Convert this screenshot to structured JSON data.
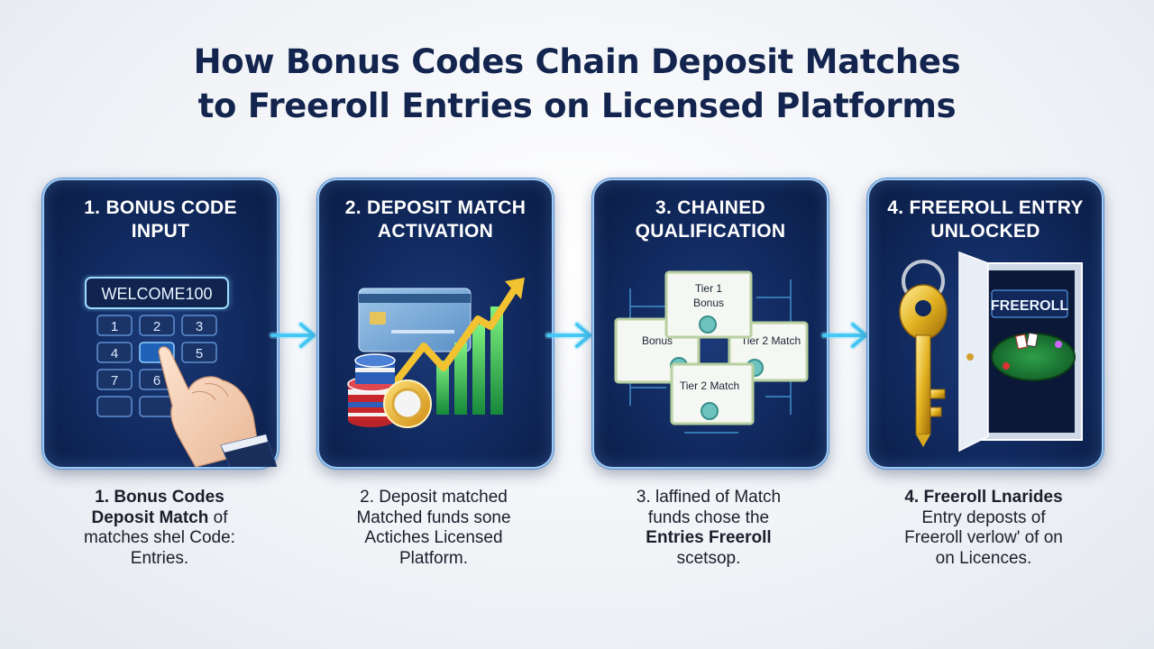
{
  "title": {
    "line1": "How Bonus Codes Chain Deposit Matches",
    "line2": "to Freeroll Entries on Licensed Platforms"
  },
  "steps": [
    {
      "title_line1": "1. BONUS CODE",
      "title_line2": "INPUT",
      "code": "WELCOME100",
      "keys": [
        "1",
        "2",
        "3",
        "4",
        "5",
        "",
        "7",
        "6",
        ""
      ],
      "desc": {
        "line1": "1. Bonus Codes",
        "line2a": "Deposit Match",
        "line2b": " of",
        "line3": "matches shel Code:",
        "line4": "Entries."
      }
    },
    {
      "title_line1": "2. DEPOSIT MATCH",
      "title_line2": "ACTIVATION",
      "desc": {
        "line1": "2. Deposit matched",
        "line2": "Matched funds sone",
        "line3": "Actiches Licensed",
        "line4": "Platform."
      }
    },
    {
      "title_line1": "3. CHAINED",
      "title_line2": "QUALIFICATION",
      "cert_tier1_line1": "Tier 1",
      "cert_tier1_line2": "Bonus",
      "cert_bonus": "Bonus",
      "cert_tier2_right": "Tier 2 Match",
      "cert_tier2_bottom": "Tier 2 Match",
      "desc": {
        "line1": "3. laffined of Match",
        "line2": "funds chose the",
        "line3": "Entries Freeroll",
        "line4": "scetsop."
      }
    },
    {
      "title_line1": "4. FREEROLL ENTRY",
      "title_line2": "UNLOCKED",
      "door_sign": "FREEROLL",
      "desc": {
        "line1": "4. Freeroll Lnarides",
        "line2": "Entry deposts of",
        "line3": "Freeroll verlow' of on",
        "line4": "on Licences."
      }
    }
  ],
  "colors": {
    "title": "#13254e",
    "card_bg": "#10285c",
    "card_border": "#9cc8f2",
    "arrow": "#5fd6ff",
    "accent_gold": "#f2c230",
    "accent_green": "#3fc15a"
  }
}
